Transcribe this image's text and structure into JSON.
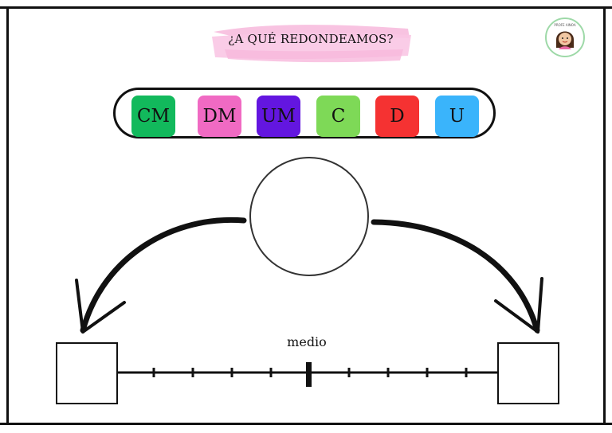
{
  "title": "¿A QUÉ REDONDEAMOS?",
  "logo": {
    "icon": "profe-avatar-logo",
    "text": "PROFE AINOA"
  },
  "place_values": [
    {
      "label": "CM",
      "color": "#12b95c"
    },
    {
      "label": "DM",
      "color": "#f06ac3"
    },
    {
      "label": "UM",
      "color": "#6316e0"
    },
    {
      "label": "C",
      "color": "#7ed957"
    },
    {
      "label": "D",
      "color": "#f53232"
    },
    {
      "label": "U",
      "color": "#3ab4fb"
    }
  ],
  "number_line": {
    "midpoint_label": "medio",
    "tick_count": 9
  }
}
